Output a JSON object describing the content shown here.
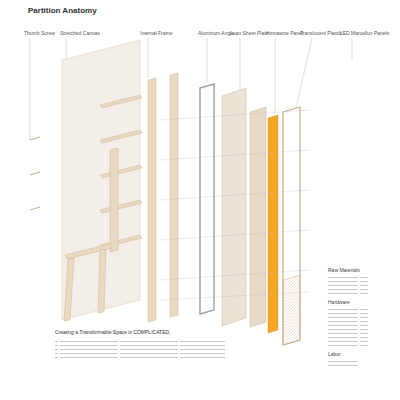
{
  "diagram": {
    "title": "Partition Anatomy",
    "labels": [
      "Thumb Screw",
      "Stretched Canvas",
      "Internal Frame",
      "Aluminum Angle",
      "Luan Sheet Plate",
      "Homasote Panel",
      "Translucent Plastic",
      "LED Marcellux Panels",
      "Creating a Transformable Space is COMPLICATED.",
      "Raw Materials",
      "Hardware",
      "Labor"
    ]
  }
}
